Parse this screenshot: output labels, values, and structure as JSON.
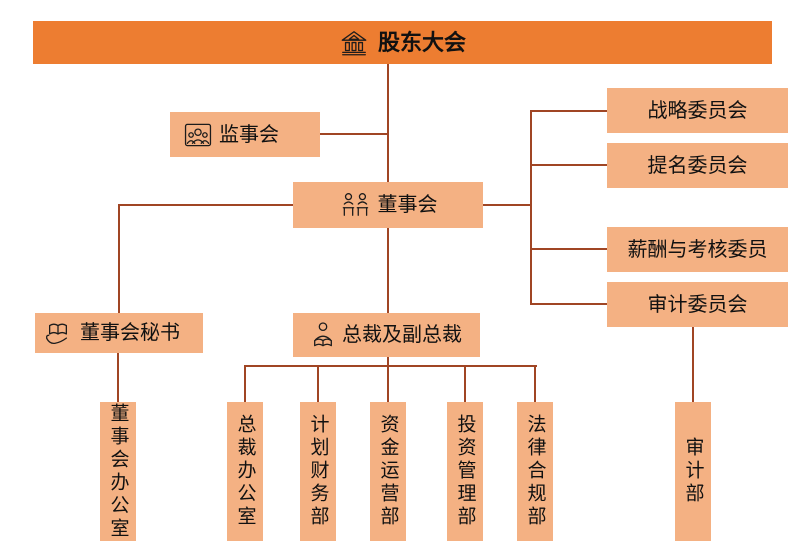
{
  "colors": {
    "banner_fill": "#ED7D31",
    "node_fill": "#F4B183",
    "connector": "#A04524",
    "text": "#111111",
    "background": "#FFFFFF"
  },
  "nodes": {
    "shareholders": {
      "label": "股东大会",
      "icon": "bank-icon"
    },
    "supervisory": {
      "label": "监事会",
      "icon": "group-frame-icon"
    },
    "board": {
      "label": "董事会",
      "icon": "board-members-icon"
    },
    "secretary": {
      "label": "董事会秘书",
      "icon": "book-hand-icon"
    },
    "president": {
      "label": "总裁及副总裁",
      "icon": "executive-icon"
    },
    "committees": [
      {
        "label": "战略委员会"
      },
      {
        "label": "提名委员会"
      },
      {
        "label": "薪酬与考核委员"
      },
      {
        "label": "审计委员会"
      }
    ],
    "departments": [
      {
        "label": "董事会办公室"
      },
      {
        "label": "总裁办公室"
      },
      {
        "label": "计划财务部"
      },
      {
        "label": "资金运营部"
      },
      {
        "label": "投资管理部"
      },
      {
        "label": "法律合规部"
      },
      {
        "label": "审计部"
      }
    ]
  }
}
